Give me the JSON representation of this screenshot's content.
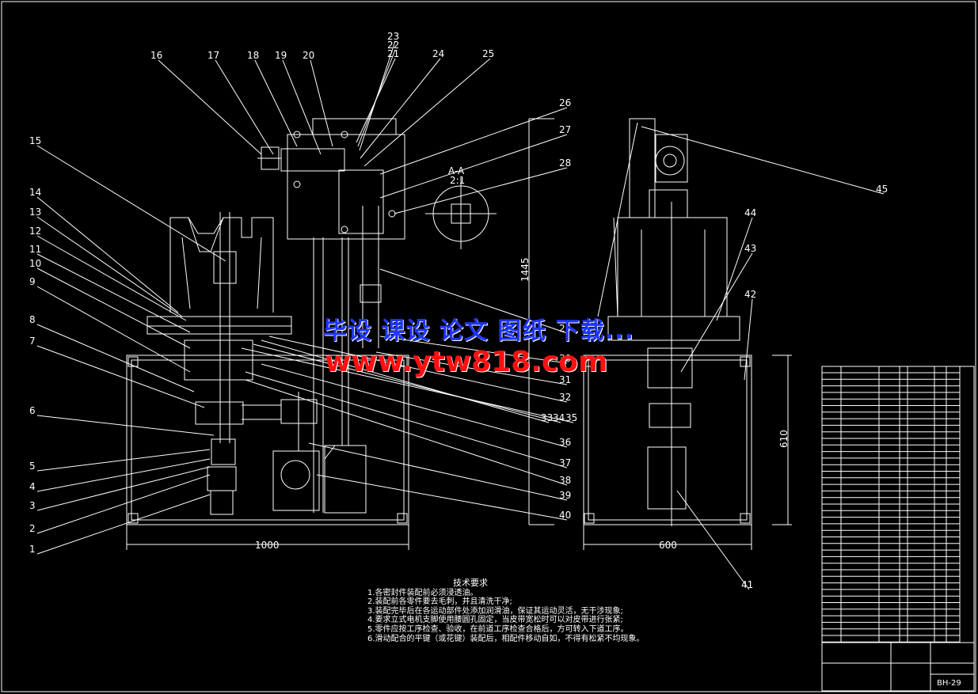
{
  "drawing": {
    "part_labels": [
      "1",
      "2",
      "3",
      "4",
      "5",
      "6",
      "7",
      "8",
      "9",
      "10",
      "11",
      "12",
      "13",
      "14",
      "15",
      "16",
      "17",
      "18",
      "19",
      "20",
      "21",
      "22",
      "23",
      "24",
      "25",
      "26",
      "27",
      "28",
      "29",
      "30",
      "31",
      "32",
      "33",
      "34",
      "35",
      "36",
      "37",
      "38",
      "39",
      "40",
      "41",
      "42",
      "43",
      "44",
      "45"
    ],
    "dimensions": {
      "width_front": "1000",
      "width_side": "600",
      "height_total": "1445",
      "height_frame": "610"
    },
    "section_label": "A-A",
    "section_scale": "2:1",
    "drawing_number": "BH-29"
  },
  "technical_requirements": {
    "title": "技术要求",
    "items": [
      "1.各密封件装配前必须浸透油。",
      "2.装配前各零件要去毛刺，并且清洗干净;",
      "3.装配完毕后在各运动部件处添加润滑油，保证其运动灵活，无干涉现象;",
      "4.要求立式电机支脚使用腰圆孔固定，当皮带宽松时可以对皮带进行张紧;",
      "5.零件应按工序检查、验收，在前道工序检查合格后，方可转入下道工序。",
      "6.滑动配合的平键（或花键）装配后，相配件移动自如，不得有松紧不均现象。"
    ]
  },
  "watermark": {
    "line1": "毕设 课设 论文 图纸 下载...",
    "line2": "www.ytw818.com"
  }
}
